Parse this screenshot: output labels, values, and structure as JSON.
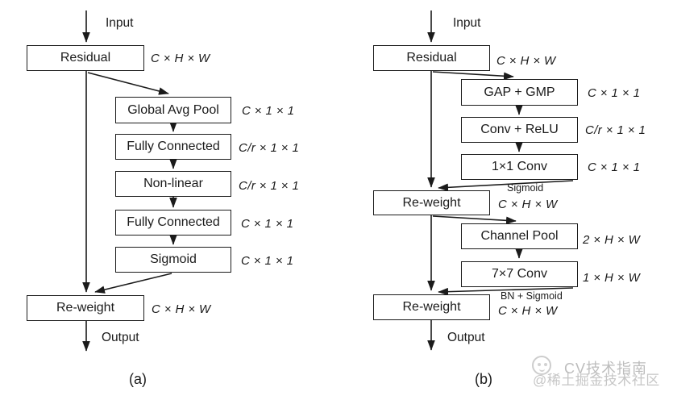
{
  "colors": {
    "ink": "#1b1b1b",
    "background": "#ffffff",
    "watermark": "#c0c0c0"
  },
  "diagram_a": {
    "caption": "(a)",
    "input_label": "Input",
    "output_label": "Output",
    "nodes": {
      "residual": {
        "label": "Residual",
        "dim": "C × H × W"
      },
      "gap": {
        "label": "Global Avg Pool",
        "dim": "C × 1 × 1"
      },
      "fc1": {
        "label": "Fully Connected",
        "dim": "C/r × 1 × 1"
      },
      "nonlinear": {
        "label": "Non-linear",
        "dim": "C/r × 1 × 1"
      },
      "fc2": {
        "label": "Fully Connected",
        "dim": "C × 1 × 1"
      },
      "sigmoid": {
        "label": "Sigmoid",
        "dim": "C × 1 × 1"
      },
      "reweight": {
        "label": "Re-weight",
        "dim": "C × H × W"
      }
    }
  },
  "diagram_b": {
    "caption": "(b)",
    "input_label": "Input",
    "output_label": "Output",
    "nodes": {
      "residual": {
        "label": "Residual",
        "dim": "C × H × W"
      },
      "gap_gmp": {
        "label": "GAP + GMP",
        "dim": "C × 1 × 1"
      },
      "conv_relu": {
        "label": "Conv + ReLU",
        "dim": "C/r × 1 × 1"
      },
      "conv1x1": {
        "label": "1×1 Conv",
        "dim": "C × 1 × 1",
        "note": "Sigmoid"
      },
      "reweight1": {
        "label": "Re-weight",
        "dim": "C × H × W"
      },
      "channel_pool": {
        "label": "Channel Pool",
        "dim": "2 × H × W"
      },
      "conv7x7": {
        "label": "7×7 Conv",
        "dim": "1 × H × W",
        "note": "BN + Sigmoid"
      },
      "reweight2": {
        "label": "Re-weight",
        "dim": "C × H × W"
      }
    }
  },
  "watermark": {
    "line1": "CV技术指南",
    "line2": "@稀土掘金技术社区"
  }
}
